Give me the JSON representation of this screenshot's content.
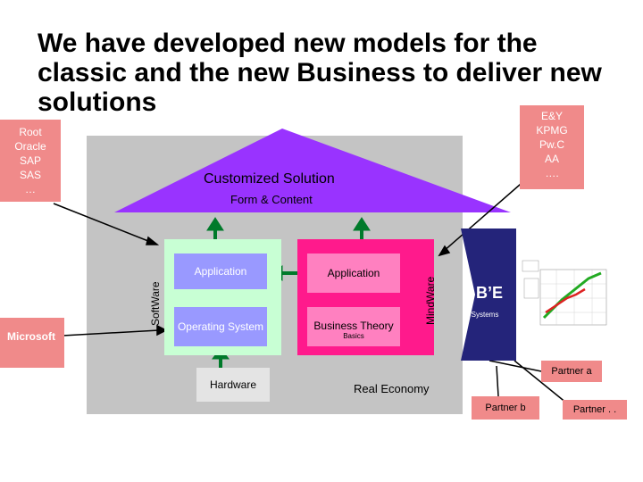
{
  "title": "We have developed new models for the classic and the new Business to deliver new solutions",
  "left_box": {
    "lines": [
      "Root",
      "Oracle",
      "SAP",
      "SAS",
      "…"
    ]
  },
  "right_box": {
    "lines": [
      "E&Y",
      "KPMG",
      "Pw.C",
      "AA",
      "…."
    ]
  },
  "microsoft": "Microsoft",
  "roof": {
    "title": "Customized Solution",
    "subtitle": "Form & Content"
  },
  "software": {
    "label": "SoftWare",
    "application": "Application",
    "os": "Operating System"
  },
  "mindware": {
    "label": "MindWare",
    "application": "Application",
    "business_theory": "Business Theory",
    "basics": "Basics"
  },
  "hardware": "Hardware",
  "be": {
    "title": "B’E",
    "subtitle": "Systems"
  },
  "real_economy": "Real Economy",
  "partners": {
    "a": "Partner a",
    "b": "Partner b",
    "c": "Partner . ."
  },
  "colors": {
    "pink": "#f08a8a",
    "roof": "#9933ff",
    "green_arrow": "#007a2a",
    "navy": "#24247a"
  }
}
